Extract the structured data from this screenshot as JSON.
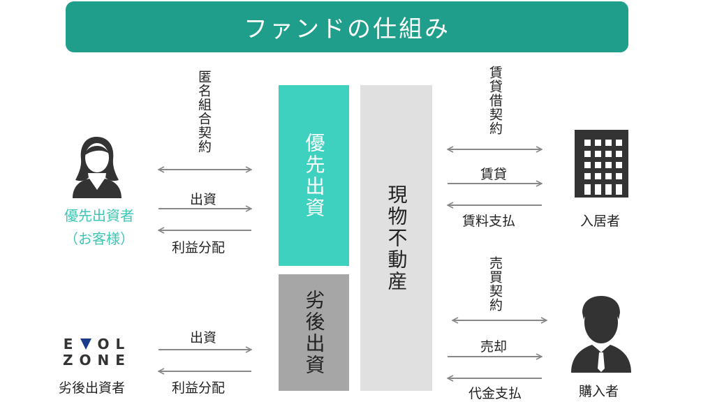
{
  "header": {
    "title": "ファンドの仕組み"
  },
  "senior_investor": {
    "name": "優先出資者",
    "note": "（お客様）"
  },
  "junior_investor": {
    "name": "劣後出資者"
  },
  "logo": {
    "line1_left": "E",
    "line1_right": "OL",
    "line2": "ZONE"
  },
  "boxes": {
    "senior": "優先出資",
    "junior": "劣後出資",
    "property": "現物不動産"
  },
  "left_flows": {
    "contract": "匿名組合契約",
    "senior_invest": "出資",
    "senior_dividend": "利益分配",
    "junior_invest": "出資",
    "junior_dividend": "利益分配"
  },
  "right_flows": {
    "lease_contract": "賃貸借契約",
    "lease": "賃貸",
    "rent_payment": "賃料支払",
    "sale_contract": "売買契約",
    "sale": "売却",
    "price_payment": "代金支払"
  },
  "tenant": {
    "label": "入居者"
  },
  "buyer": {
    "label": "購入者"
  },
  "colors": {
    "teal_dark": "#1f9e8b",
    "teal_light": "#3fd1bf",
    "gray_box": "#a6a6a6",
    "light_gray": "#e0e0e0",
    "arrow": "#888888"
  }
}
